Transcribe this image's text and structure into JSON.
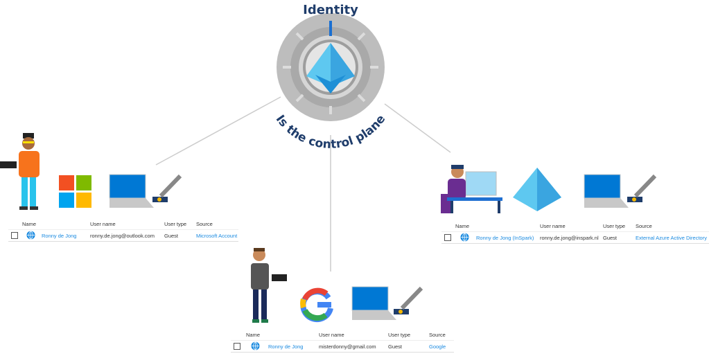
{
  "hub": {
    "title": "Identity",
    "subtitle": "Is the control plane"
  },
  "tables": [
    {
      "columns": [
        "Name",
        "User name",
        "User type",
        "Source"
      ],
      "row": {
        "name": "Ronny de Jong",
        "username": "ronny.de.jong@outlook.com",
        "type": "Guest",
        "source": "Microsoft Account"
      }
    },
    {
      "columns": [
        "Name",
        "User name",
        "User type",
        "Source"
      ],
      "row": {
        "name": "Ronny de Jong (InSpark)",
        "username": "ronny.de.jong@inspark.nl",
        "type": "Guest",
        "source": "External Azure Active Directory"
      }
    },
    {
      "columns": [
        "Name",
        "User name",
        "User type",
        "Source"
      ],
      "row": {
        "name": "Ronny de Jong",
        "username": "misterdonny@gmail.com",
        "type": "Guest",
        "source": "Google"
      }
    }
  ],
  "icons": [
    "microsoft-logo",
    "azure-ad-logo",
    "google-logo",
    "laptop-fingerprint-icon",
    "globe-icon",
    "checkbox"
  ],
  "colors": {
    "accent": "#1a8ae0",
    "dial": "#b5b5b5",
    "title": "#1f3d6b"
  }
}
